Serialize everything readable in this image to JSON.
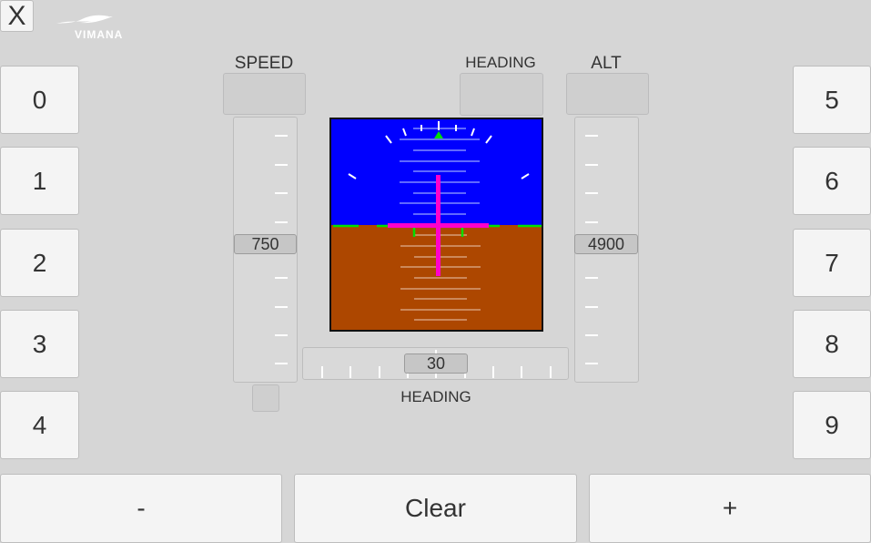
{
  "close_label": "X",
  "logo_text": "VIMANA",
  "speed": {
    "label": "SPEED",
    "value": "750"
  },
  "heading": {
    "top_label": "HEADING",
    "bottom_label": "HEADING",
    "value": "30"
  },
  "alt": {
    "label": "ALT",
    "value": "4900"
  },
  "keypad": {
    "left": [
      "0",
      "1",
      "2",
      "3",
      "4"
    ],
    "right": [
      "5",
      "6",
      "7",
      "8",
      "9"
    ]
  },
  "bottom": {
    "minus": "-",
    "clear": "Clear",
    "plus": "+"
  },
  "colors": {
    "sky": "#0000ff",
    "ground": "#ad4700",
    "aircraft": "#ff00cc",
    "horizon": "#00dd00"
  }
}
